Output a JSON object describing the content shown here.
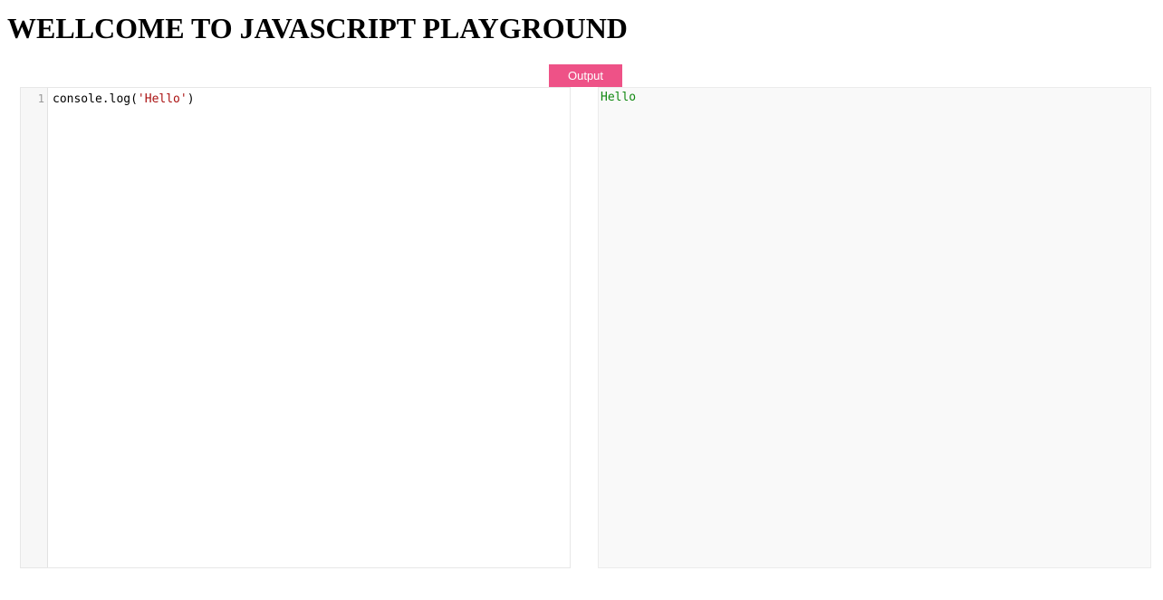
{
  "page": {
    "title": "WELLCOME TO JAVASCRIPT PLAYGROUND"
  },
  "toolbar": {
    "output_label": "Output",
    "output_color": "#ee5287"
  },
  "editor": {
    "lines": [
      {
        "number": "1",
        "tokens": [
          {
            "text": "console.log(",
            "kind": "plain"
          },
          {
            "text": "'Hello'",
            "kind": "string"
          },
          {
            "text": ")",
            "kind": "plain"
          }
        ]
      }
    ],
    "string_color": "#aa1111"
  },
  "output": {
    "lines": [
      "Hello"
    ],
    "text_color": "#118811"
  }
}
